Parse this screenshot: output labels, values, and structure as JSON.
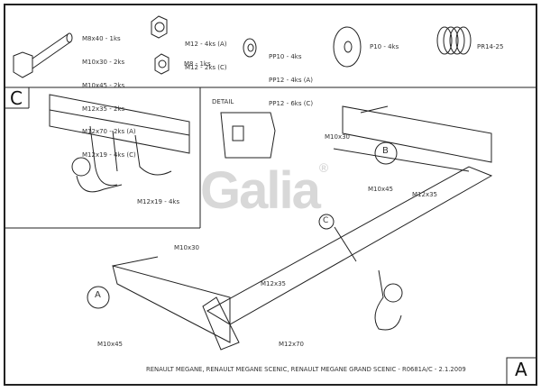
{
  "parts": {
    "bolts": [
      "M8x40 - 1ks",
      "M10x30 - 2ks",
      "M10x45 - 2ks",
      "M12x35 - 2ks",
      "M12x70 - 2ks (A)",
      "M12x19 - 4ks (C)"
    ],
    "nuts_m12": [
      "M12 - 4ks (A)",
      "M12 - 2ks (C)"
    ],
    "nut_m8": "M8 - 1ks",
    "washers_pp": [
      "PP10 - 4ks",
      "PP12 - 4ks (A)",
      "PP12 - 6ks (C)"
    ],
    "washer_p": "P10 - 4ks",
    "spring": "PR14-25"
  },
  "section_c": {
    "label": "C",
    "bolt_label": "M12x19 - 4ks"
  },
  "detail_label": "DETAIL",
  "logo": {
    "text": "Galia",
    "registered": "®"
  },
  "callouts": {
    "a": "A",
    "b": "B",
    "c": "C"
  },
  "bolt_labels": {
    "m10x30_top": "M10x30",
    "m10x45_right": "M10x45",
    "m12x35_right": "M12x35",
    "m10x30_left": "M10x30",
    "m12x35_center": "M12x35",
    "m10x45_left": "M10x45",
    "m12x70": "M12x70"
  },
  "footer": {
    "title": "RENAULT MEGANE, RENAULT MEGANE SCENIC, RENAULT MEGANE GRAND SCENIC - R0681A/C - 2.1.2009",
    "sheet": "A"
  }
}
